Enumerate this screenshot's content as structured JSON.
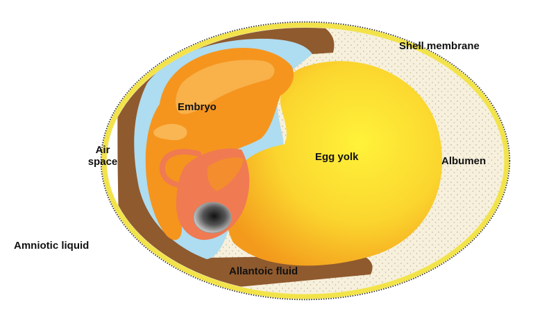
{
  "labels": {
    "shell_membrane": "Shell membrane",
    "embryo": "Embryo",
    "air_space_line1": "Air",
    "air_space_line2": "space",
    "egg_yolk": "Egg yolk",
    "albumen": "Albumen",
    "amniotic_liquid": "Amniotic liquid",
    "allantoic_fluid": "Allantoic fluid"
  },
  "colors": {
    "shell_outline": "#2b2b2b",
    "shell_membrane": "#f2e34a",
    "albumen": "#f6f0dc",
    "albumen_dots": "#b9ae8f",
    "air_space": "#ffffff",
    "allantois": "#8f5a2e",
    "amniotic_fluid": "#aedcf0",
    "embryo": "#f5951e",
    "embryo_light": "#f9b652",
    "embryo_pink": "#f07a52",
    "yolk_center": "#fff23a",
    "yolk_edge": "#f5a21e",
    "eye": "#333333",
    "text": "#111111"
  }
}
